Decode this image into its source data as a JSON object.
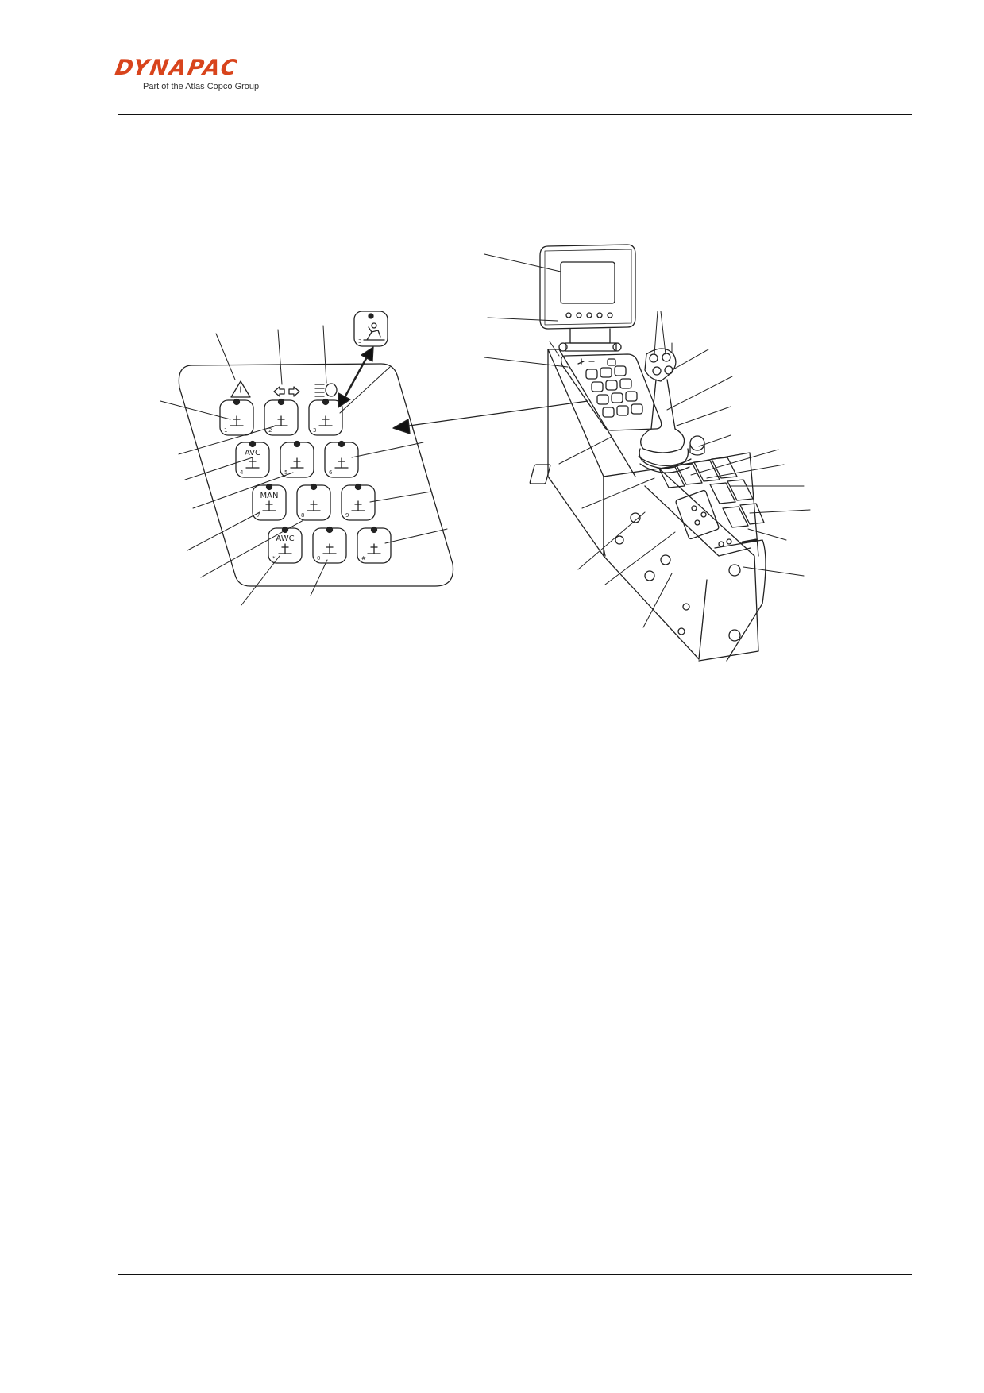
{
  "header": {
    "brand": "DYNAPAC",
    "tagline": "Part of the Atlas Copco Group",
    "brand_color": "#d8441c"
  },
  "keypad": {
    "keys": [
      {
        "num": "1",
        "label": "",
        "icon": "vibration-icon"
      },
      {
        "num": "2",
        "label": "",
        "icon": "asphalt-mode-icon"
      },
      {
        "num": "3",
        "label": "",
        "icon": "settings-transfer-icon"
      },
      {
        "num": "4",
        "label": "AVC",
        "icon": "avc-icon"
      },
      {
        "num": "5",
        "label": "",
        "icon": "display-mode-icon"
      },
      {
        "num": "6",
        "label": "",
        "icon": "cabin-icon"
      },
      {
        "num": "7",
        "label": "MAN",
        "icon": "manual-mode-icon"
      },
      {
        "num": "8",
        "label": "",
        "icon": "amplitude-up-icon"
      },
      {
        "num": "9",
        "label": "",
        "icon": "work-light-icon"
      },
      {
        "num": "*",
        "label": "AWC",
        "icon": "awc-icon"
      },
      {
        "num": "0",
        "label": "",
        "icon": "amplitude-down-icon"
      },
      {
        "num": "#",
        "label": "",
        "icon": "horn-icon"
      }
    ],
    "inset_key": {
      "num": "3",
      "icon": "worker-icon"
    },
    "indicators": [
      "hazard-warning-icon",
      "turn-signal-icon",
      "headlight-icon"
    ]
  }
}
